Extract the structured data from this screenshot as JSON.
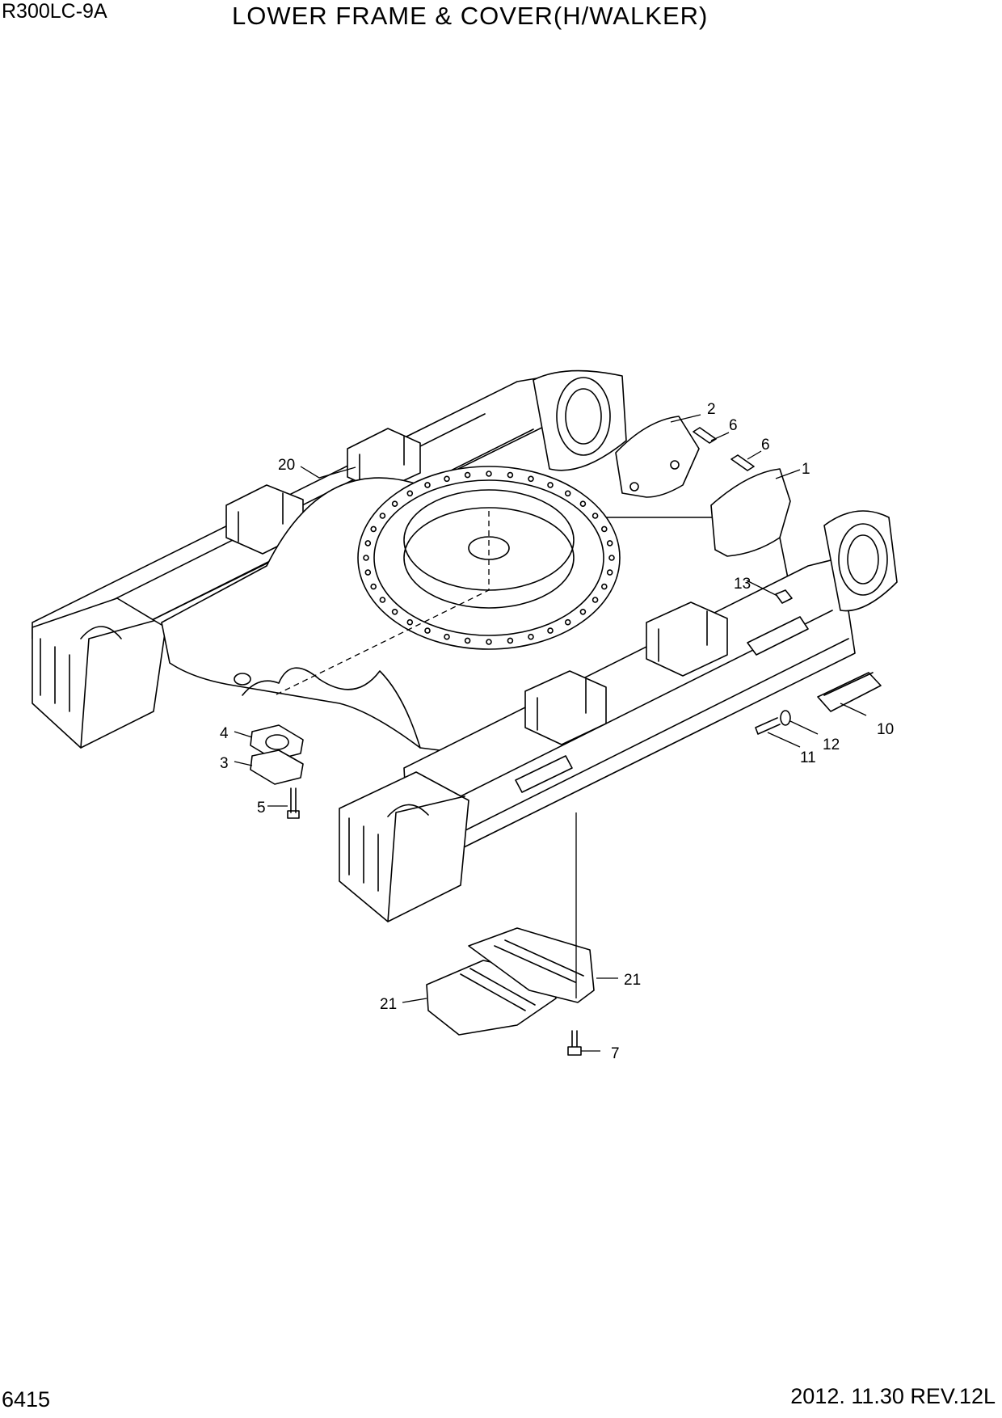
{
  "header": {
    "model": "R300LC-9A",
    "title": "LOWER FRAME & COVER(H/WALKER)"
  },
  "footer": {
    "page_number": "6415",
    "date_revision": "2012. 11.30  REV.12L"
  },
  "callouts": [
    "1",
    "2",
    "3",
    "4",
    "5",
    "6",
    "6",
    "7",
    "10",
    "11",
    "12",
    "13",
    "20",
    "21",
    "21"
  ]
}
